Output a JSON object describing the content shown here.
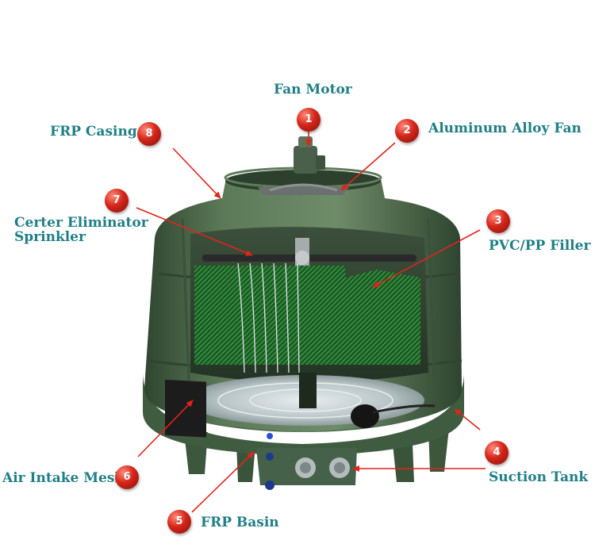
{
  "labels": {
    "fan_motor": "Fan Motor",
    "aluminum_alloy_fan": "Aluminum Alloy Fan",
    "frp_casing": "FRP Casing",
    "center_eliminator_line1": "Certer Eliminator",
    "center_eliminator_line2": "Sprinkler",
    "pvc_pp_filler": "PVC/PP Filler",
    "air_intake_mesh": "Air Intake Mesh",
    "suction_tank": "Suction Tank",
    "frp_basin": "FRP Basin"
  },
  "badges": {
    "b1": "1",
    "b2": "2",
    "b3": "3",
    "b4": "4",
    "b5": "5",
    "b6": "6",
    "b7": "7",
    "b8": "8"
  },
  "colors": {
    "label_text": "#1e7f86",
    "badge_red": "#d4261a",
    "casing_green": "#4e6b4c",
    "filler_green": "#1f6b2a",
    "arrow_red": "#e0241a"
  }
}
